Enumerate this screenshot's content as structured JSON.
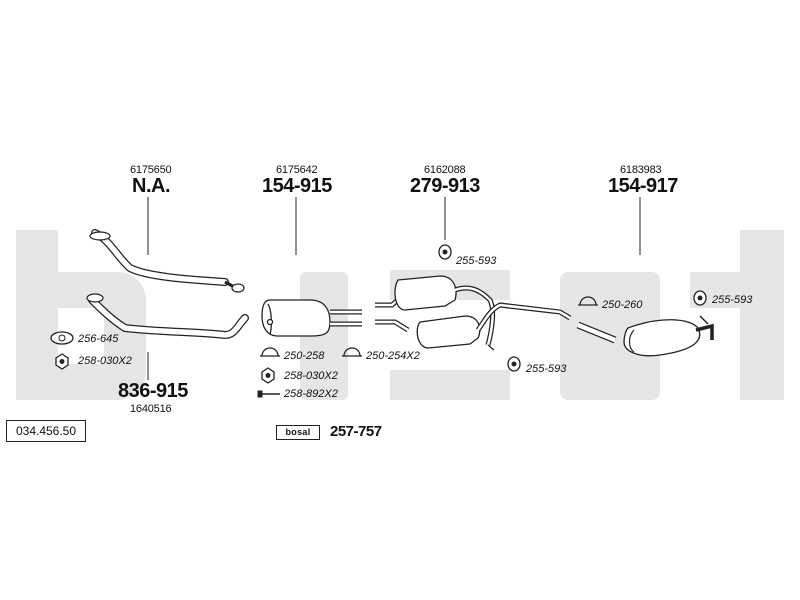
{
  "watermark": "bosal",
  "reference_code": "034.456.50",
  "parts": [
    {
      "oem": "6175650",
      "number": "N.A."
    },
    {
      "oem": "6175642",
      "number": "154-915"
    },
    {
      "oem": "6162088",
      "number": "279-913"
    },
    {
      "oem": "6183983",
      "number": "154-917"
    },
    {
      "oem": "1640516",
      "number": "836-915"
    }
  ],
  "accessories": {
    "front_gasket": "256-645",
    "front_nut": "258-030X2",
    "mid_clamp": "250-258",
    "mid_clamp_2": "250-254X2",
    "mid_nut": "258-030X2",
    "mid_bolt": "258-892X2",
    "center_hanger_top": "255-593",
    "center_hanger_bottom": "255-593",
    "rear_clamp": "250-260",
    "rear_hanger": "255-593"
  },
  "mounting_kit": {
    "logo": "bosal",
    "number": "257-757"
  },
  "colors": {
    "line": "#222222",
    "watermark": "#e6e6e6"
  }
}
